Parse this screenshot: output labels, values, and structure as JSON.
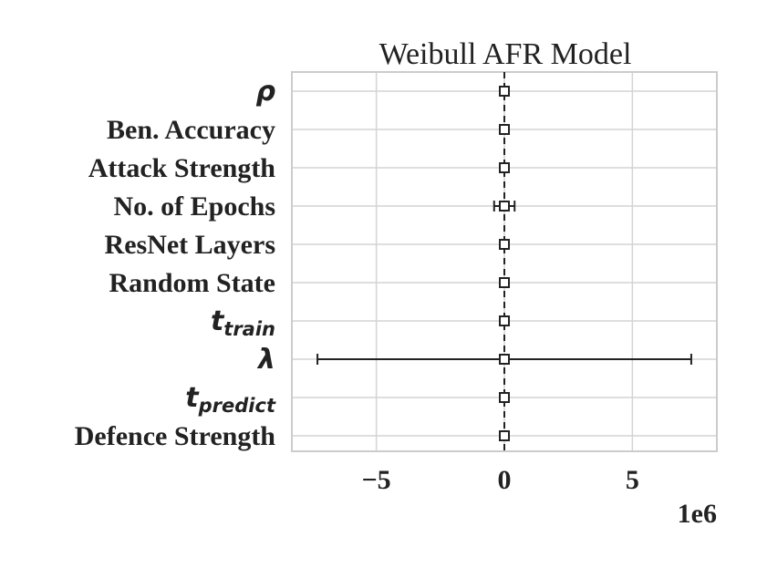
{
  "chart_data": {
    "type": "forest",
    "title": "Weibull AFR Model",
    "xlim": [
      -8.3,
      8.3
    ],
    "x_ticks": [
      -5,
      0,
      5
    ],
    "x_tick_labels": [
      "−5",
      "0",
      "5"
    ],
    "x_offset_label": "1e6",
    "grid": true,
    "reference_line_x": 0,
    "rows": [
      {
        "label": "ρ",
        "math": true,
        "coef": 0,
        "lower": 0,
        "upper": 0
      },
      {
        "label": "Ben. Accuracy",
        "math": false,
        "coef": 0,
        "lower": 0,
        "upper": 0
      },
      {
        "label": "Attack Strength",
        "math": false,
        "coef": 0,
        "lower": 0,
        "upper": 0
      },
      {
        "label": "No. of Epochs",
        "math": false,
        "coef": 0,
        "lower": -0.4,
        "upper": 0.4
      },
      {
        "label": "ResNet Layers",
        "math": false,
        "coef": 0,
        "lower": 0,
        "upper": 0
      },
      {
        "label": "Random State",
        "math": false,
        "coef": 0,
        "lower": 0,
        "upper": 0
      },
      {
        "label": "t",
        "sub": "train",
        "math": true,
        "coef": 0,
        "lower": 0,
        "upper": 0
      },
      {
        "label": "λ",
        "math": true,
        "coef": 0,
        "lower": -7.3,
        "upper": 7.3
      },
      {
        "label": "t",
        "sub": "predict",
        "math": true,
        "coef": 0,
        "lower": 0,
        "upper": 0
      },
      {
        "label": "Defence Strength",
        "math": false,
        "coef": 0,
        "lower": 0,
        "upper": 0
      }
    ],
    "colors": {
      "grid": "#d4d4d4",
      "axes": "#cccccc",
      "marker": "#222222",
      "text": "#222222"
    }
  }
}
